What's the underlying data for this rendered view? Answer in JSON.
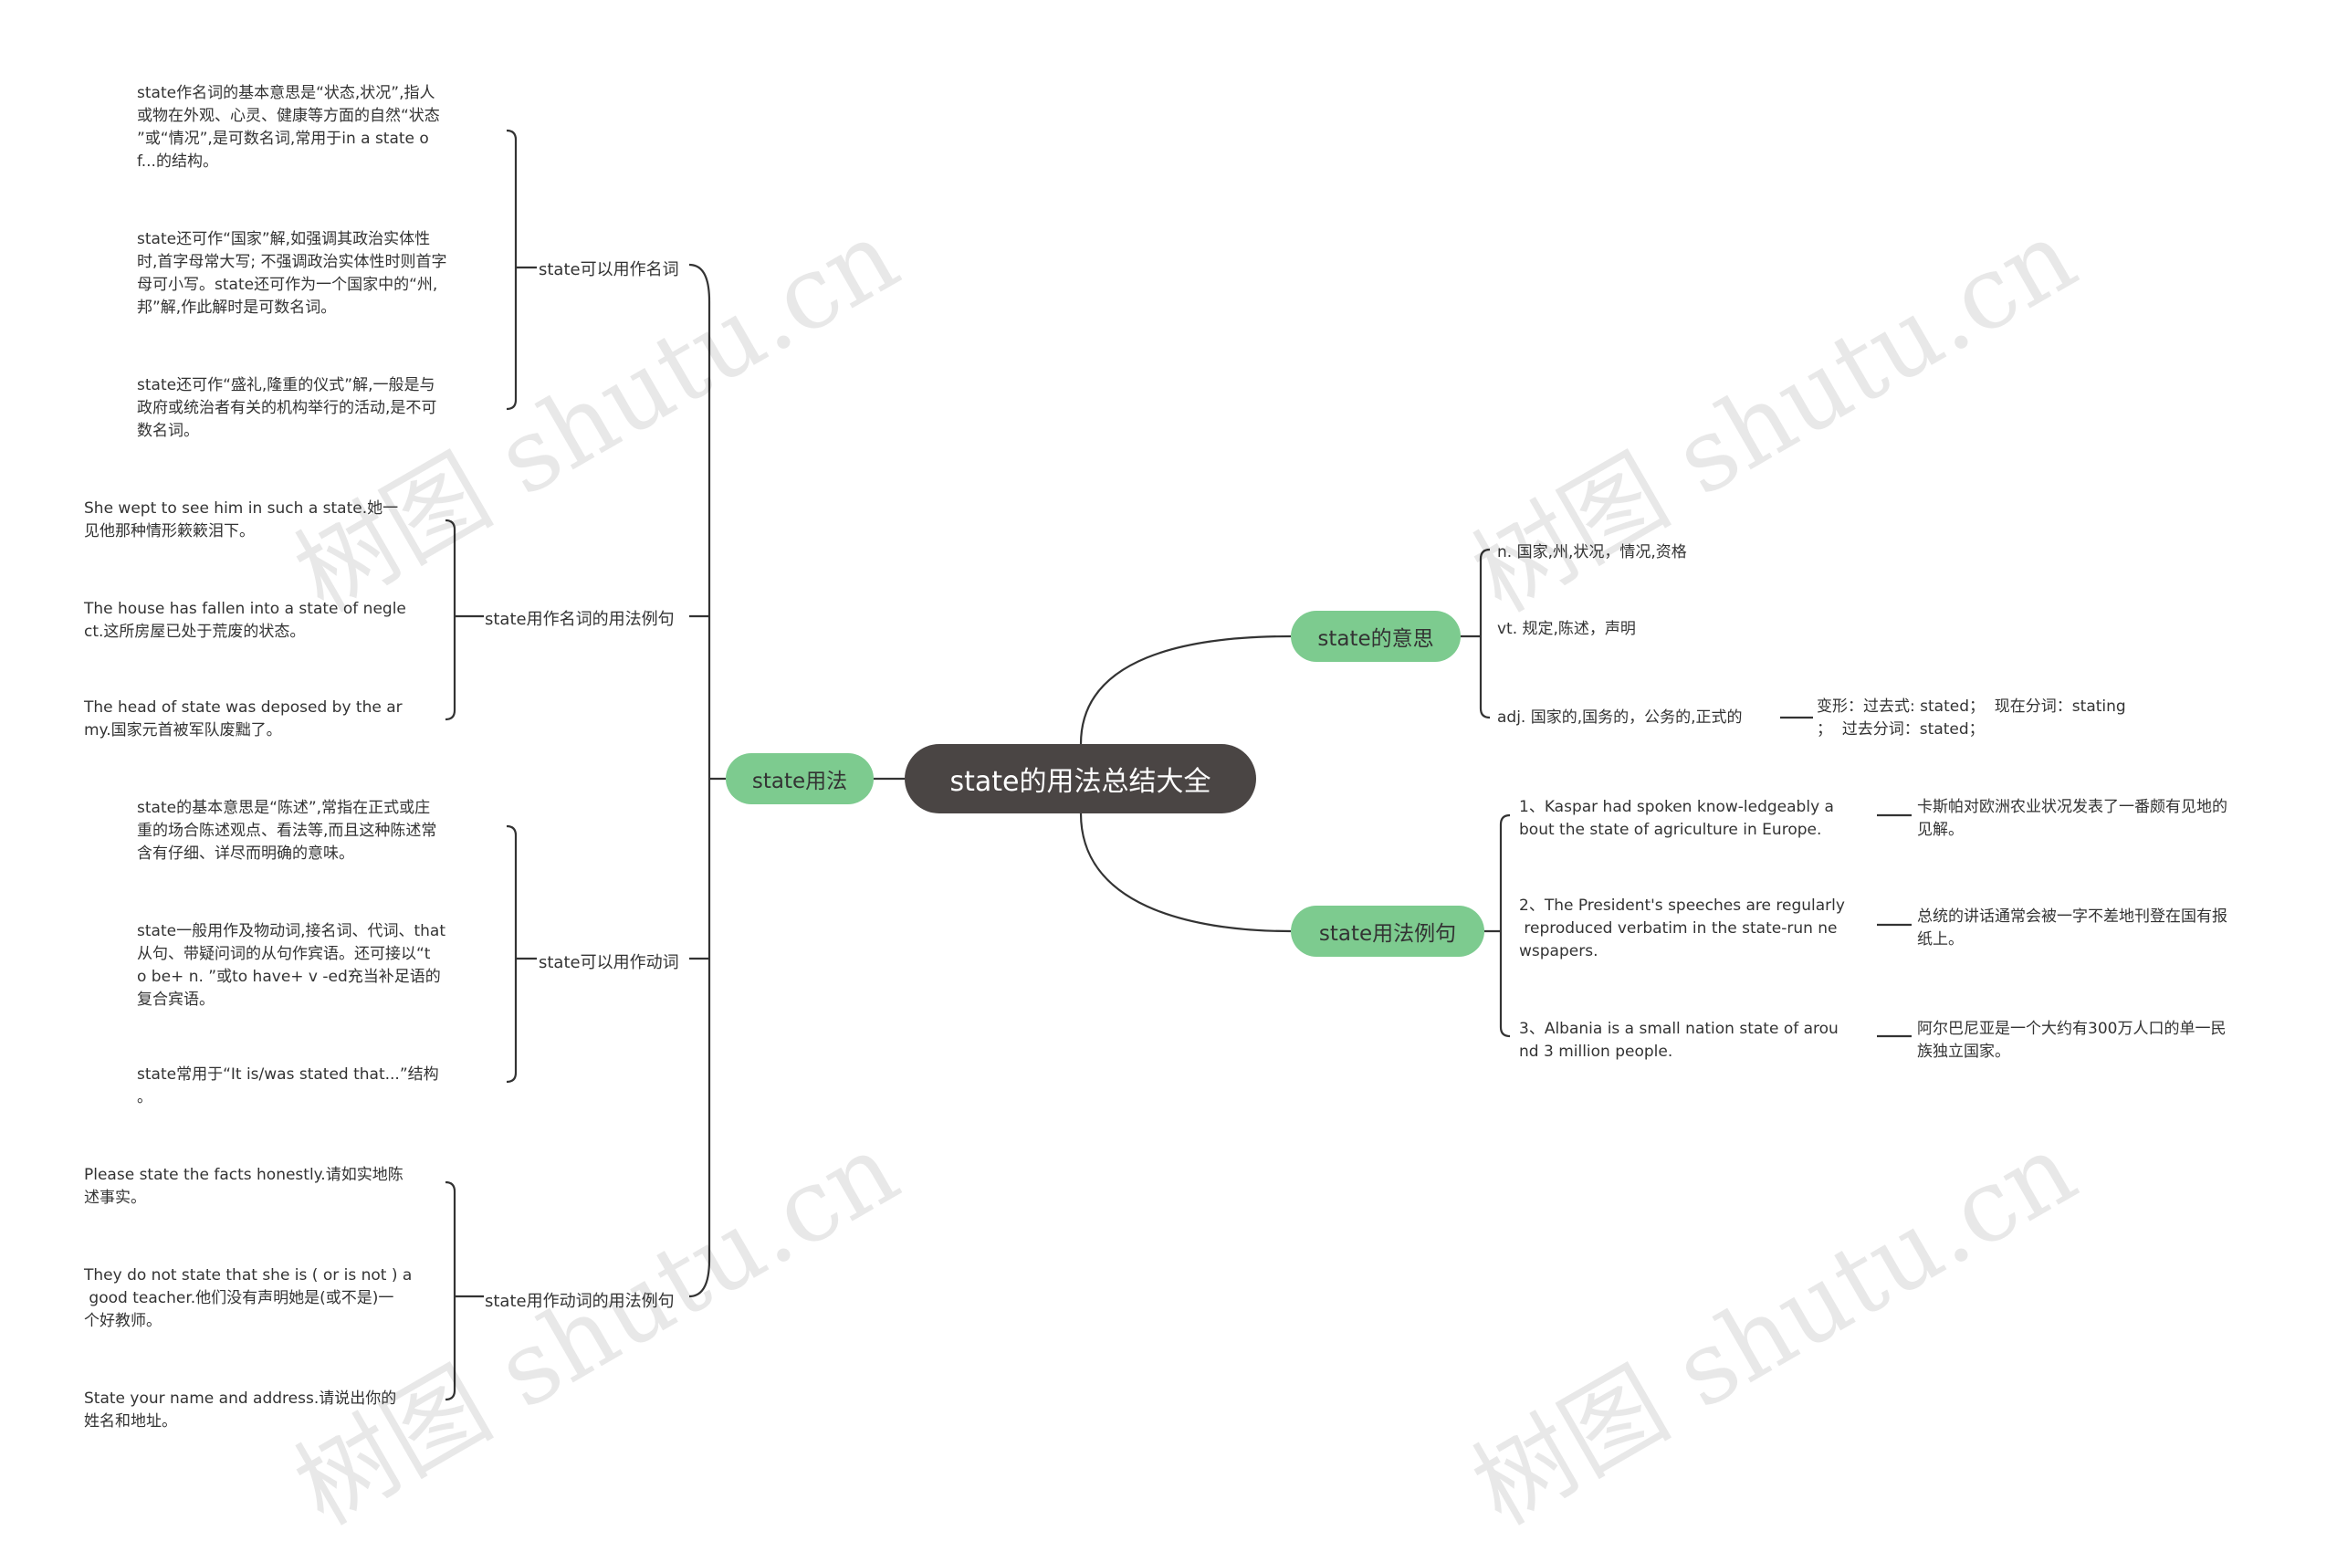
{
  "root": "state的用法总结大全",
  "watermark": "树图 shutu.cn",
  "colors": {
    "root_bg": "#4a4544",
    "main_bg": "#7dcb8f",
    "line": "#333333",
    "text": "#333333"
  },
  "usage": {
    "title": "state用法",
    "noun": {
      "label": "state可以用作名词",
      "items": [
        "state作名词的基本意思是“状态,状况”,指人\n或物在外观、心灵、健康等方面的自然“状态\n”或“情况”,是可数名词,常用于in a state o\nf...的结构。",
        "state还可作“国家”解,如强调其政治实体性\n时,首字母常大写; 不强调政治实体性时则首字\n母可小写。state还可作为一个国家中的“州,\n邦”解,作此解时是可数名词。",
        "state还可作“盛礼,隆重的仪式”解,一般是与\n政府或统治者有关的机构举行的活动,是不可\n数名词。"
      ]
    },
    "noun_examples": {
      "label": "state用作名词的用法例句",
      "items": [
        "She wept to see him in such a state.她一\n见他那种情形簌簌泪下。",
        "The house has fallen into a state of negle\nct.这所房屋已处于荒废的状态。",
        "The head of state was deposed by the ar\nmy.国家元首被军队废黜了。"
      ]
    },
    "verb": {
      "label": "state可以用作动词",
      "items": [
        "state的基本意思是“陈述”,常指在正式或庄\n重的场合陈述观点、看法等,而且这种陈述常\n含有仔细、详尽而明确的意味。",
        "state一般用作及物动词,接名词、代词、that\n从句、带疑问词的从句作宾语。还可接以“t\no be+ n. ”或to have+ v -ed充当补足语的\n复合宾语。",
        "state常用于“It is/was stated that...”结构\n。"
      ]
    },
    "verb_examples": {
      "label": "state用作动词的用法例句",
      "items": [
        "Please state the facts honestly.请如实地陈\n述事实。",
        "They do not state that she is ( or is not ) a\n good teacher.他们没有声明她是(或不是)一\n个好教师。",
        "State your name and address.请说出你的\n姓名和地址。"
      ]
    }
  },
  "meaning": {
    "title": "state的意思",
    "items": [
      "n. 国家,州,状况，情况,资格",
      "vt. 规定,陈述，声明",
      "adj. 国家的,国务的，公务的,正式的"
    ],
    "inflection": "变形：过去式: stated；  现在分词：stating\n；  过去分词：stated；"
  },
  "examples": {
    "title": "state用法例句",
    "items": [
      {
        "en": "1、Kaspar had spoken know-ledgeably a\nbout the state of agriculture in Europe.",
        "zh": "卡斯帕对欧洲农业状况发表了一番颇有见地的\n见解。"
      },
      {
        "en": "2、The President's speeches are regularly\n reproduced verbatim in the state-run ne\nwspapers.",
        "zh": "总统的讲话通常会被一字不差地刊登在国有报\n纸上。"
      },
      {
        "en": "3、Albania is a small nation state of arou\nnd 3 million people.",
        "zh": "阿尔巴尼亚是一个大约有300万人口的单一民\n族独立国家。"
      }
    ]
  }
}
